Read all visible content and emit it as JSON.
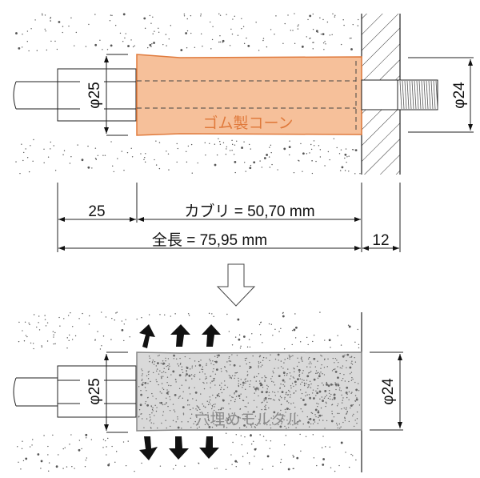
{
  "top": {
    "hole_diameter": "φ25",
    "bolt_diameter": "φ24",
    "cone_label": "ゴム製コーン",
    "dim_left": "25",
    "dim_cover": "カブリ = 50,70 mm",
    "dim_total": "全長 = 75,95 mm",
    "dim_wall": "12"
  },
  "bottom": {
    "hole_diameter": "φ25",
    "fill_diameter": "φ24",
    "mortar_label": "穴埋めモルタル"
  },
  "colors": {
    "cone_fill": "#f6c09a",
    "cone_stroke": "#e07a3c",
    "cone_text": "#e07a3c",
    "mortar_fill": "#d9d9d9",
    "mortar_text": "#8a8a8a"
  }
}
